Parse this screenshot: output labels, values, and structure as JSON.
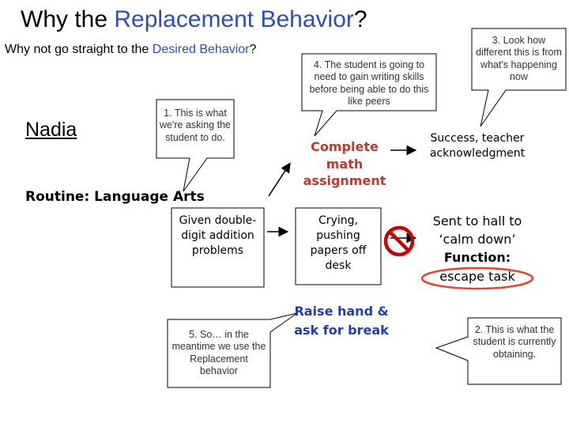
{
  "title": {
    "prefix": "Why the ",
    "highlight": "Replacement Behavior",
    "suffix": "?"
  },
  "subtitle": {
    "prefix": "Why not go straight to the ",
    "highlight": "Desired Behavior",
    "suffix": "?"
  },
  "student_name": "Nadia",
  "routine_label": "Routine: Language Arts",
  "callouts": {
    "c1": "1. This is what we're asking the student to do.",
    "c2": "2. This is what the student is currently obtaining.",
    "c3": "3. Look how different this is from what's happening now",
    "c4": "4. The student is going to need to gain writing skills before being able to do this like peers",
    "c5": "5. So… in the meantime we use the Replacement behavior"
  },
  "antecedent": "Given double-digit addition problems",
  "desired_behavior": "Complete math assignment",
  "desired_consequence": "Success, teacher acknowledgment",
  "problem_behavior": "Crying, pushing papers off desk",
  "problem_consequence_line1": "Sent to hall to ‘calm down’",
  "function_label": "Function:",
  "function_value": "escape task",
  "replacement_behavior": "Raise hand & ask for break",
  "colors": {
    "accent_blue": "#2e4eb8",
    "desired_red": "#c0392b",
    "replacement_blue": "#1f3fb0",
    "prohibit_red": "#cc0000",
    "oval_red": "#e8402a"
  },
  "icons": {
    "no_symbol": "prohibition-sign-icon"
  }
}
